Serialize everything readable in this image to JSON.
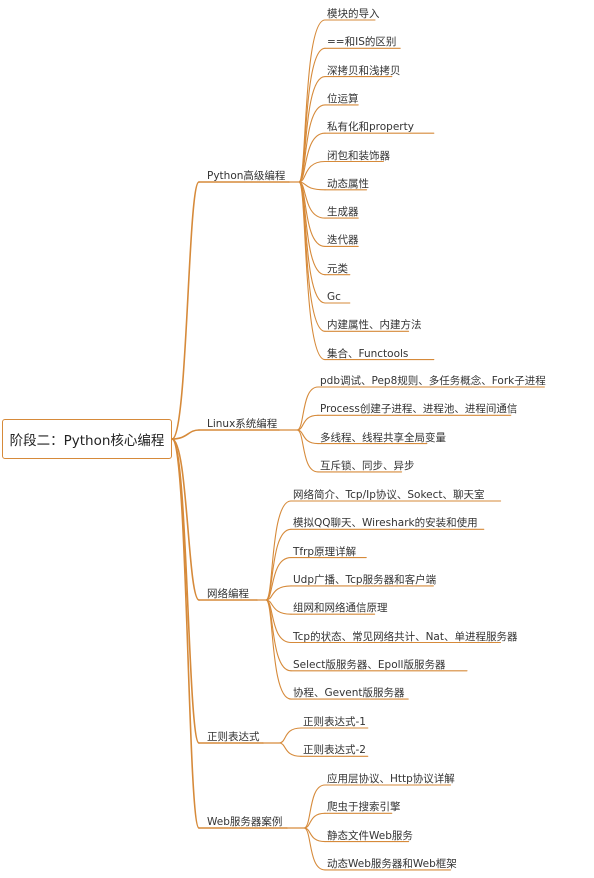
{
  "root": {
    "label": "阶段二：Python核心编程"
  },
  "colors": {
    "line": "#d68a3a",
    "text": "#333333"
  },
  "branches": [
    {
      "label": "Python高级编程",
      "children": [
        "模块的导入",
        "==和IS的区别",
        "深拷贝和浅拷贝",
        "位运算",
        "私有化和property",
        "闭包和装饰器",
        "动态属性",
        "生成器",
        "迭代器",
        "元类",
        "Gc",
        "内建属性、内建方法",
        "集合、Functools"
      ]
    },
    {
      "label": "Linux系统编程",
      "children": [
        "pdb调试、Pep8规则、多任务概念、Fork子进程",
        "Process创建子进程、进程池、进程间通信",
        "多线程、线程共享全局变量",
        "互斥锁、同步、异步"
      ]
    },
    {
      "label": "网络编程",
      "children": [
        "网络简介、Tcp/Ip协议、Sokect、聊天室",
        "模拟QQ聊天、Wireshark的安装和使用",
        "Tfrp原理详解",
        "Udp广播、Tcp服务器和客户端",
        "组网和网络通信原理",
        "Tcp的状态、常见网络共计、Nat、单进程服务器",
        "Select版服务器、Epoll版服务器",
        "协程、Gevent版服务器"
      ]
    },
    {
      "label": "正则表达式",
      "children": [
        "正则表达式-1",
        "正则表达式-2"
      ]
    },
    {
      "label": "Web服务器案例",
      "children": [
        "应用层协议、Http协议详解",
        "爬虫于搜索引擎",
        "静态文件Web服务",
        "动态Web服务器和Web框架"
      ]
    }
  ]
}
